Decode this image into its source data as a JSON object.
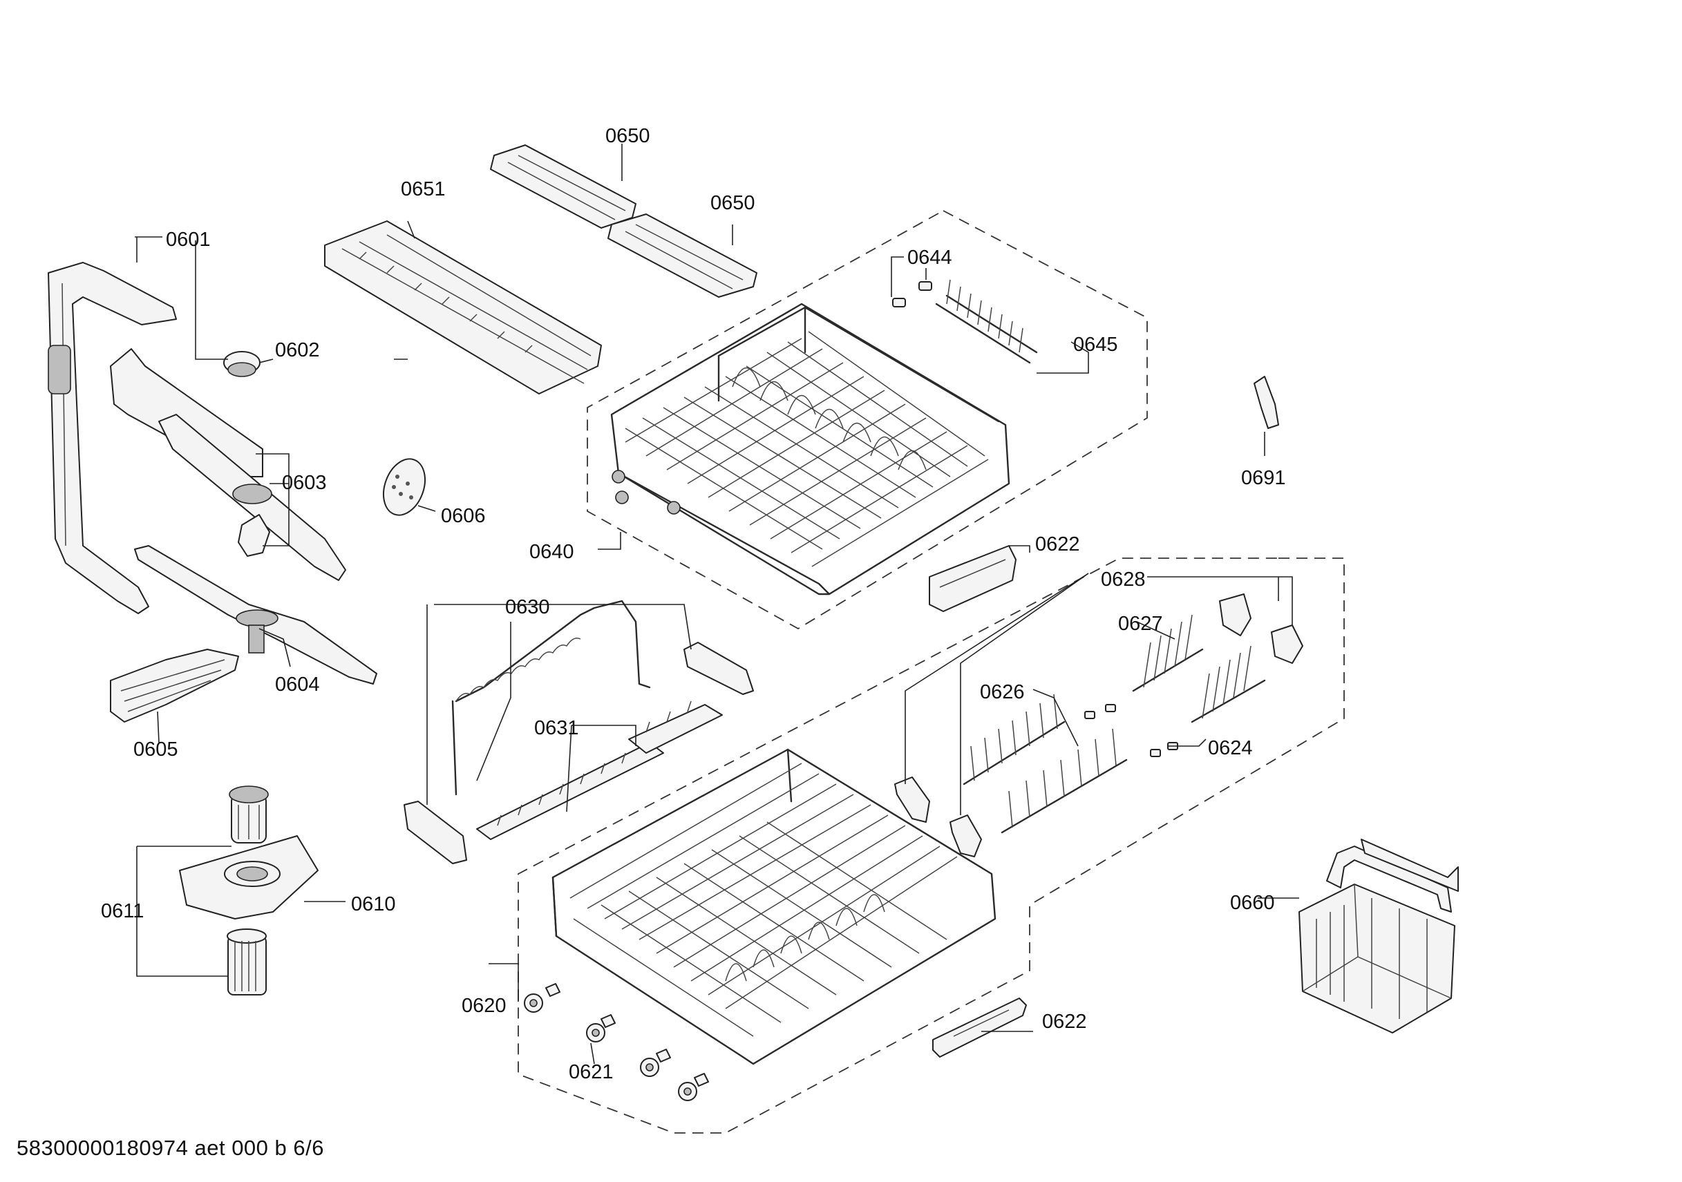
{
  "labels": {
    "p0601": "0601",
    "p0602": "0602",
    "p0603": "0603",
    "p0604": "0604",
    "p0605": "0605",
    "p0606": "0606",
    "p0610": "0610",
    "p0611": "0611",
    "p0620": "0620",
    "p0621": "0621",
    "p0622a": "0622",
    "p0622b": "0622",
    "p0624": "0624",
    "p0626": "0626",
    "p0627": "0627",
    "p0628": "0628",
    "p0630": "0630",
    "p0631": "0631",
    "p0640": "0640",
    "p0644": "0644",
    "p0645": "0645",
    "p0650a": "0650",
    "p0650b": "0650",
    "p0651": "0651",
    "p0660": "0660",
    "p0691": "0691"
  },
  "footer": "58300000180974 aet 000 b 6/6"
}
